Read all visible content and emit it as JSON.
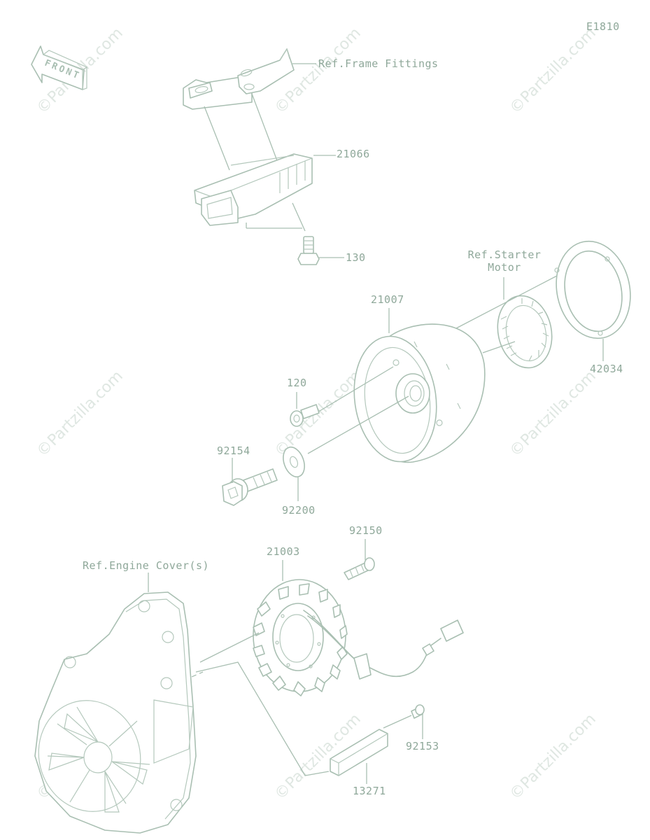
{
  "diagram_code": "E1810",
  "front_label": "FRONT",
  "watermark_text": "©Partzilla.com",
  "refs": {
    "frame_fittings": "Ref.Frame Fittings",
    "starter_motor_line1": "Ref.Starter",
    "starter_motor_line2": "Motor",
    "engine_covers": "Ref.Engine Cover(s)"
  },
  "parts": {
    "p21066": "21066",
    "p130": "130",
    "p21007": "21007",
    "p42034": "42034",
    "p120": "120",
    "p92154": "92154",
    "p92200": "92200",
    "p92150": "92150",
    "p21003": "21003",
    "p92153": "92153",
    "p13271": "13271"
  },
  "colors": {
    "line": "#a9bfb2",
    "text": "#8fa89a",
    "watermark": "#dfe7e2"
  }
}
